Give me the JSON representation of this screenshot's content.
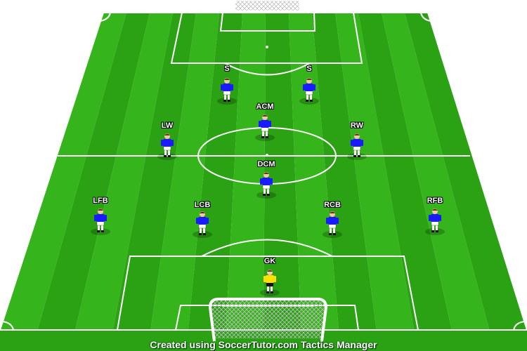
{
  "colors": {
    "stripe_light": "#35b51b",
    "stripe_dark": "#2aa214",
    "line": "#ffffff",
    "outfield_shirt": "#1a1aff",
    "outfield_shorts": "#ffffff",
    "goalkeeper_shirt": "#ffe000",
    "goalkeeper_shorts": "#111111",
    "skin": "#f2c9a0"
  },
  "players": [
    {
      "label": "S",
      "role": "outfield"
    },
    {
      "label": "S",
      "role": "outfield"
    },
    {
      "label": "ACM",
      "role": "outfield"
    },
    {
      "label": "LW",
      "role": "outfield"
    },
    {
      "label": "RW",
      "role": "outfield"
    },
    {
      "label": "DCM",
      "role": "outfield"
    },
    {
      "label": "LFB",
      "role": "outfield"
    },
    {
      "label": "LCB",
      "role": "outfield"
    },
    {
      "label": "RCB",
      "role": "outfield"
    },
    {
      "label": "RFB",
      "role": "outfield"
    },
    {
      "label": "GK",
      "role": "goalkeeper"
    }
  ],
  "footer": {
    "text": "Created using SoccerTutor.com Tactics Manager"
  }
}
